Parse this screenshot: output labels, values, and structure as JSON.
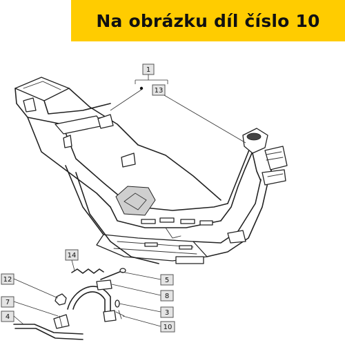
{
  "banner": {
    "title": "Na obrázku díl číslo 10",
    "background": "#ffcc00"
  },
  "callouts": {
    "c1": "1",
    "c13": "13",
    "c14": "14",
    "c12": "12",
    "c5": "5",
    "c7": "7",
    "c8": "8",
    "c3": "3",
    "c4": "4",
    "c10": "10"
  }
}
